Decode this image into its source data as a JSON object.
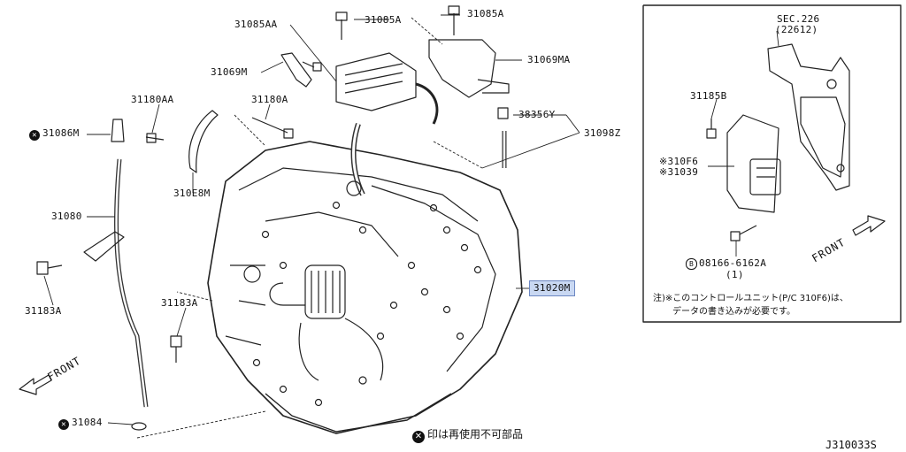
{
  "labels": {
    "p31085AA": "31085AA",
    "p31085A_1": "31085A",
    "p31085A_2": "31085A",
    "p31069M": "31069M",
    "p31069MA": "31069MA",
    "p31180AA": "31180AA",
    "p31180A": "31180A",
    "p31086M": "31086M",
    "p310E8M": "310E8M",
    "p38356Y": "38356Y",
    "p31098Z": "31098Z",
    "p31080": "31080",
    "p31183A_1": "31183A",
    "p31183A_2": "31183A",
    "p31020M": "31020M",
    "p31084": "31084",
    "p31185B": "31185B",
    "p310F6": "※310F6",
    "p31039": "※31039",
    "bolt_code": "08166-6162A",
    "bolt_qty": "(1)",
    "bolt_prefix": "B",
    "sec": "SEC.226",
    "sec_sub": "(22612)"
  },
  "front_left": "FRONT",
  "front_right": "FRONT",
  "note_line1": "注)※このコントロールユニット(P/C 310F6)は、",
  "note_line2": "データの書き込みが必要です。",
  "legend_text": "印は再使用不可部品",
  "diagram_code": "J310033S",
  "symbols": {
    "no_reuse": "✕"
  }
}
